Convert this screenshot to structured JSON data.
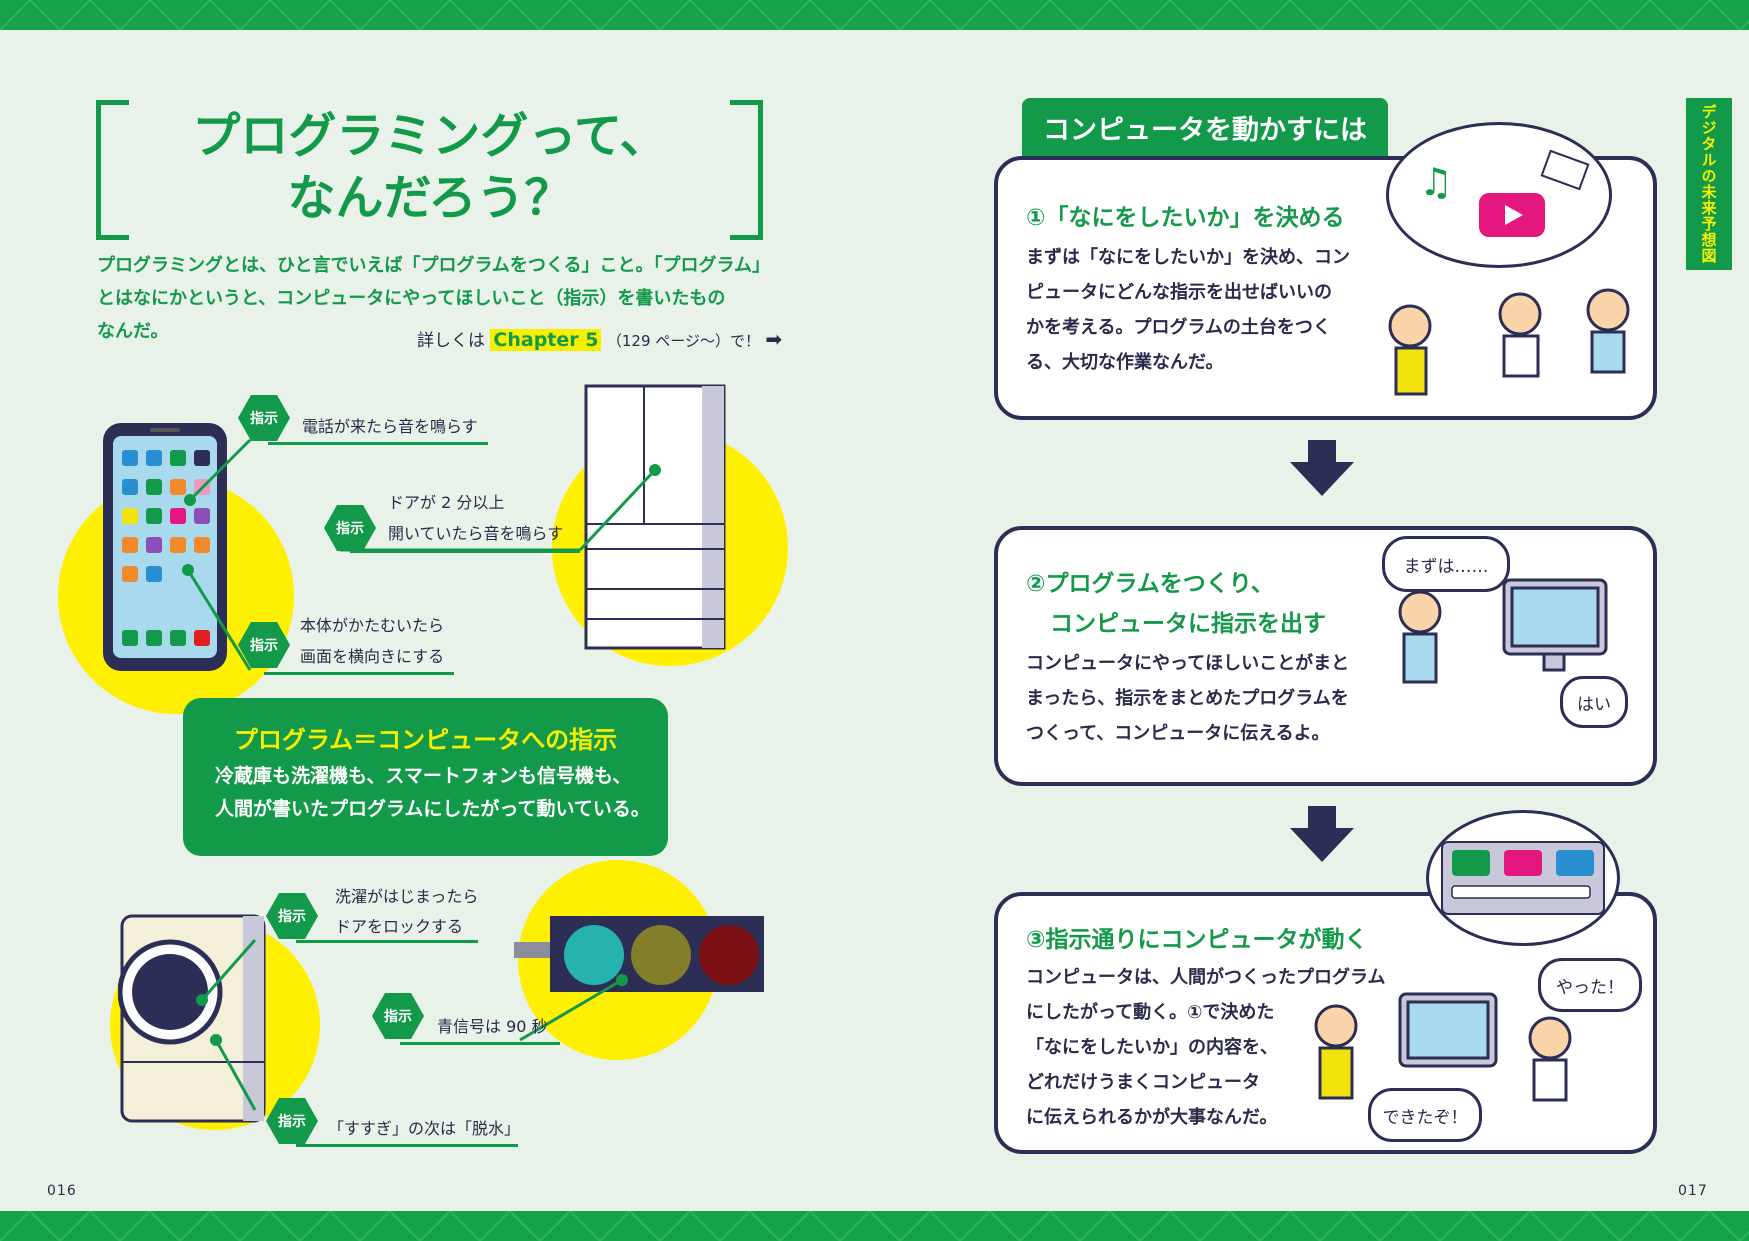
{
  "left": {
    "title_line1": "プログラミングって、",
    "title_line2": "なんだろう？",
    "intro_line1": "プログラミングとは、ひと言でいえば「プログラムをつくる」こと。「プログラム」",
    "intro_line2": "とはなにかというと、コンピュータにやってほしいこと（指示）を書いたもの",
    "intro_line3": "なんだ。",
    "detail_prefix": "詳しくは",
    "detail_chapter": "Chapter 5",
    "detail_suffix": "（129 ページ〜）で！",
    "hex_label": "指示",
    "inst_phone_1": "電話が来たら音を鳴らす",
    "inst_phone_2a": "本体がかたむいたら",
    "inst_phone_2b": "画面を横向きにする",
    "inst_fridge_a": "ドアが 2 分以上",
    "inst_fridge_b": "開いていたら音を鳴らす",
    "summary_head": "プログラム＝コンピュータへの指示",
    "summary_line1": "冷蔵庫も洗濯機も、スマートフォンも信号機も、",
    "summary_line2": "人間が書いたプログラムにしたがって動いている。",
    "inst_wash_1a": "洗濯がはじまったら",
    "inst_wash_1b": "ドアをロックする",
    "inst_signal": "青信号は 90 秒",
    "inst_wash_2": "「すすぎ」の次は「脱水」",
    "page_number": "016"
  },
  "right": {
    "side_tab": "デジタルの未来予想図",
    "heading": "コンピュータを動かすには",
    "step1_title": "①「なにをしたいか」を決める",
    "step1_l1": "まずは「なにをしたいか」を決め、コン",
    "step1_l2": "ピュータにどんな指示を出せばいいの",
    "step1_l3": "かを考える。プログラムの土台をつく",
    "step1_l4": "る、大切な作業なんだ。",
    "step2_title_a": "②プログラムをつくり、",
    "step2_title_b": "コンピュータに指示を出す",
    "step2_l1": "コンピュータにやってほしいことがまと",
    "step2_l2": "まったら、指示をまとめたプログラムを",
    "step2_l3": "つくって、コンピュータに伝えるよ。",
    "bubble_mazuha": "まずは……",
    "bubble_hai": "はい",
    "step3_title": "③指示通りにコンピュータが動く",
    "step3_l1": "コンピュータは、人間がつくったプログラム",
    "step3_l2": "にしたがって動く。①で決めた",
    "step3_l3": "「なにをしたいか」の内容を、",
    "step3_l4": "どれだけうまくコンピュータ",
    "step3_l5": "に伝えられるかが大事なんだ。",
    "bubble_yatta": "やった！",
    "bubble_dekita": "できたぞ！",
    "page_number": "017"
  },
  "colors": {
    "green": "#13994a",
    "yellow": "#ffef00",
    "navy": "#2d2e55",
    "bg": "#e9f2e8"
  }
}
